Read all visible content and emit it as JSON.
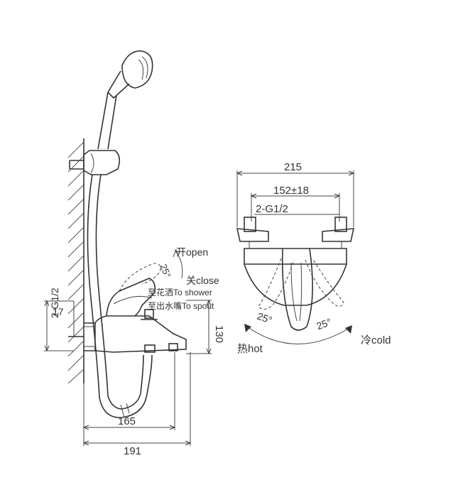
{
  "side_view": {
    "dim_165": "165",
    "dim_191": "191",
    "dim_130": "130",
    "dim_17": "17",
    "dim_thread": "2-G1/2",
    "angle": "25°",
    "open_label": "开open",
    "close_label": "关close",
    "to_shower": "至花洒To shower",
    "to_spout": "至出水嘴To spout"
  },
  "front_view": {
    "dim_215": "215",
    "dim_152": "152±18",
    "dim_thread": "2-G1/2",
    "angle_left": "25°",
    "angle_right": "25°",
    "hot_label": "热hot",
    "cold_label": "冷cold"
  }
}
